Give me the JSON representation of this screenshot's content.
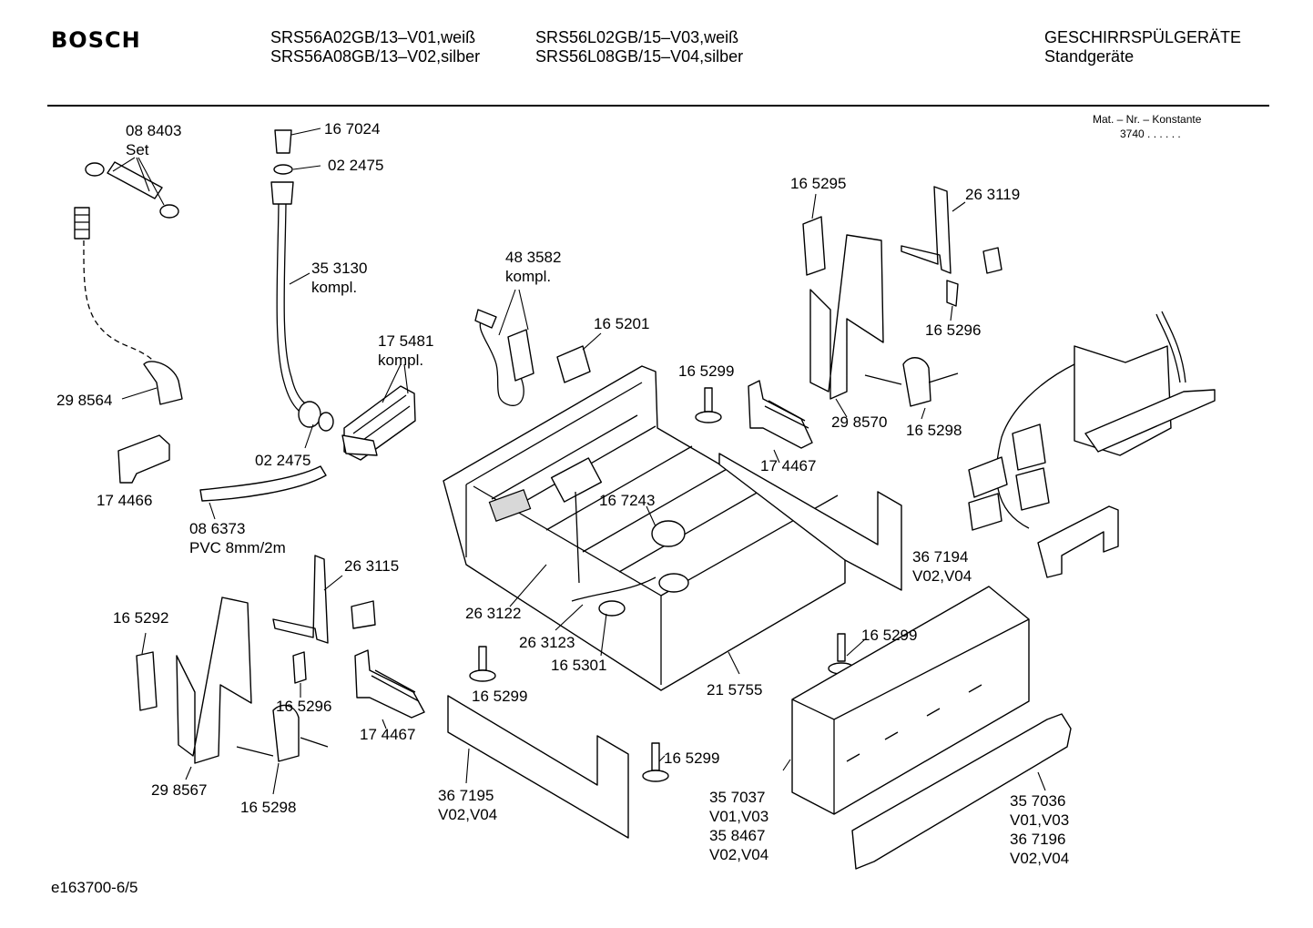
{
  "header": {
    "brand": "BOSCH",
    "model_col1": [
      "SRS56A02GB/13–V01,weiß",
      "SRS56A08GB/13–V02,silber"
    ],
    "model_col2": [
      "SRS56L02GB/15–V03,weiß",
      "SRS56L08GB/15–V04,silber"
    ],
    "category": [
      "GESCHIRRSPÜLGERÄTE",
      "Standgeräte"
    ],
    "mat_label": "Mat. – Nr. – Konstante",
    "mat_value": "3740  .  .  .  .  .  ."
  },
  "labels": [
    "08 8403",
    "Set",
    "16 7024",
    "02 2475",
    "35 3130",
    "kompl.",
    "48 3582",
    "kompl.",
    "16 5201",
    "17 5481",
    "kompl.",
    "29 8564",
    "02 2475",
    "17 4466",
    "08 6373",
    "PVC 8mm/2m",
    "16 5295",
    "26 3119",
    "16 5296",
    "16 5299",
    "29 8570",
    "16 5298",
    "17 4467",
    "16 7243",
    "36 7194",
    "V02,V04",
    "26 3115",
    "16 5292",
    "26 3122",
    "26 3123",
    "16 5301",
    "21 5755",
    "16 5296",
    "17 4467",
    "16 5299",
    "16 5299",
    "29 8567",
    "16 5298",
    "16 5299",
    "36 7195",
    "V02,V04",
    "35 7037",
    "V01,V03",
    "35 8467",
    "V02,V04",
    "35 7036",
    "V01,V03",
    "36 7196",
    "V02,V04"
  ],
  "footer": {
    "code": "e163700-6/5"
  }
}
